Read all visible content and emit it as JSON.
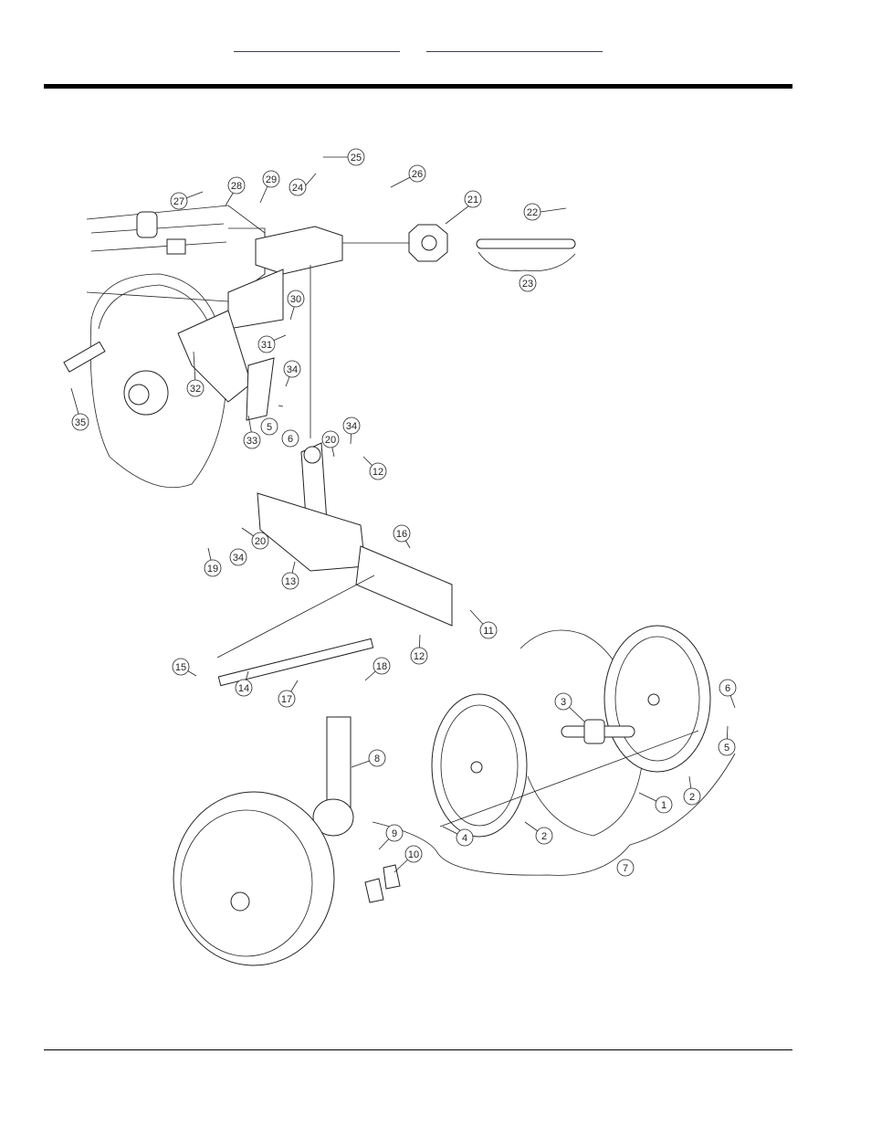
{
  "header": {
    "links": [
      {
        "text": ""
      },
      {
        "text": ""
      }
    ]
  },
  "diagram": {
    "callouts": [
      "1",
      "2",
      "2",
      "3",
      "4",
      "5",
      "5",
      "6",
      "6",
      "7",
      "8",
      "9",
      "10",
      "11",
      "12",
      "12",
      "13",
      "14",
      "15",
      "16",
      "17",
      "18",
      "19",
      "20",
      "20",
      "21",
      "22",
      "23",
      "24",
      "25",
      "26",
      "27",
      "28",
      "29",
      "30",
      "31",
      "32",
      "33",
      "34",
      "34",
      "34",
      "35"
    ]
  }
}
